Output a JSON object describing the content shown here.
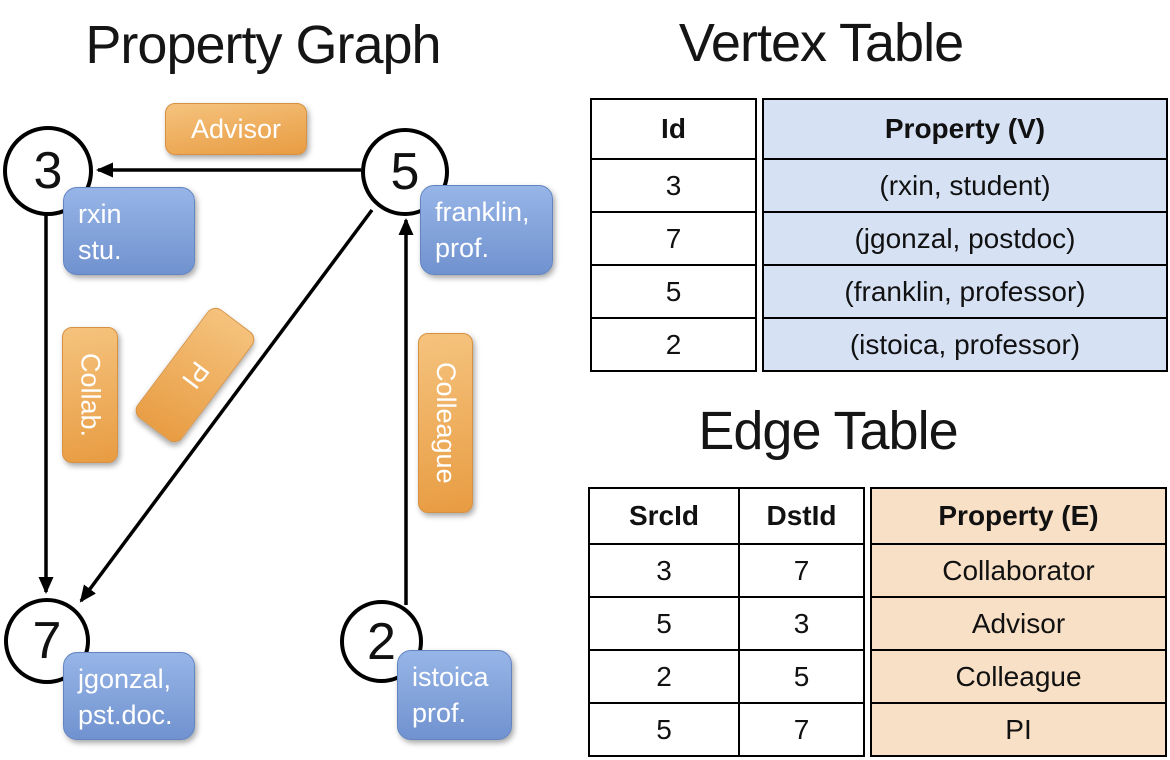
{
  "graph": {
    "title": "Property Graph",
    "nodes": [
      {
        "id": "3",
        "line1": "rxin",
        "line2": "stu."
      },
      {
        "id": "5",
        "line1": "franklin,",
        "line2": "prof."
      },
      {
        "id": "7",
        "line1": "jgonzal,",
        "line2": "pst.doc."
      },
      {
        "id": "2",
        "line1": "istoica",
        "line2": "prof."
      }
    ],
    "edge_labels": [
      {
        "text": "Advisor"
      },
      {
        "text": "Collab."
      },
      {
        "text": "PI"
      },
      {
        "text": "Colleague"
      }
    ]
  },
  "vertex_table": {
    "title": "Vertex Table",
    "columns": {
      "id": "Id",
      "property": "Property (V)"
    },
    "rows": [
      {
        "id": "3",
        "property": "(rxin, student)"
      },
      {
        "id": "7",
        "property": "(jgonzal, postdoc)"
      },
      {
        "id": "5",
        "property": "(franklin, professor)"
      },
      {
        "id": "2",
        "property": "(istoica, professor)"
      }
    ]
  },
  "edge_table": {
    "title": "Edge Table",
    "columns": {
      "src": "SrcId",
      "dst": "DstId",
      "property": "Property (E)"
    },
    "rows": [
      {
        "src": "3",
        "dst": "7",
        "property": "Collaborator"
      },
      {
        "src": "5",
        "dst": "3",
        "property": "Advisor"
      },
      {
        "src": "2",
        "dst": "5",
        "property": "Colleague"
      },
      {
        "src": "5",
        "dst": "7",
        "property": "PI"
      }
    ]
  },
  "colors": {
    "edge_label_fill_top": "#f5c37e",
    "edge_label_fill_bottom": "#e89c42",
    "vertex_label_fill_top": "#97b5e7",
    "vertex_label_fill_bottom": "#7092cf",
    "vertex_table_cell": "#d6e2f4",
    "edge_table_cell": "#f8e0c6",
    "line": "#000000"
  }
}
